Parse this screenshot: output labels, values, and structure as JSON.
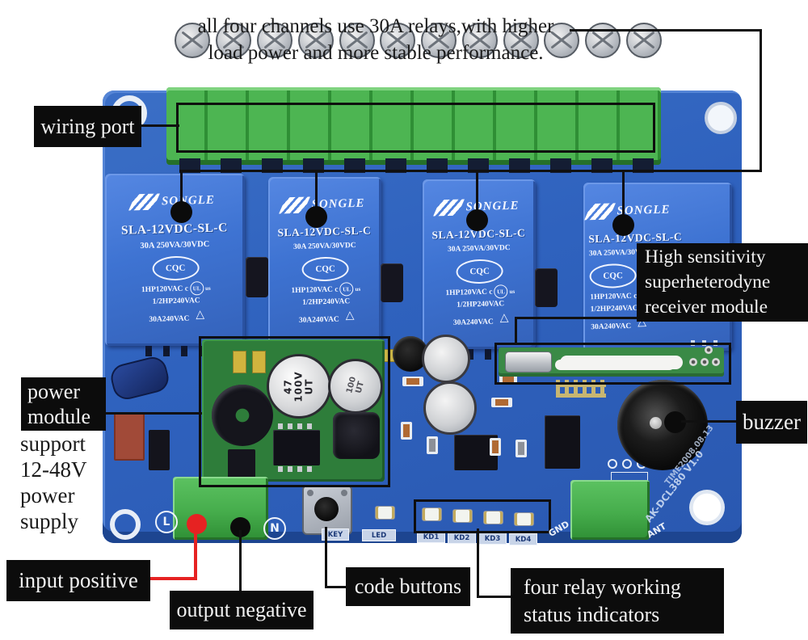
{
  "annotations": {
    "top_note": {
      "line1": "all four channels use 30A relays,with higher",
      "line2": "load power and more stable performance."
    },
    "wiring_port": "wiring port",
    "receiver": {
      "line1": "High sensitivity",
      "line2": "superheterodyne",
      "line3": "receiver module"
    },
    "power_module": {
      "line1": "power",
      "line2": "module"
    },
    "power_support": {
      "line1": "support",
      "line2": "12-48V",
      "line3": "power",
      "line4": "supply"
    },
    "buzzer": "buzzer",
    "input_positive": "input positive",
    "output_negative": "output negative",
    "code_buttons": "code buttons",
    "status_indicators": {
      "line1": "four relay working",
      "line2": "status indicators"
    }
  },
  "relay": {
    "brand": "SONGLE",
    "model": "SLA-12VDC-SL-C",
    "rating_main": "30A 250VA/30VDC",
    "cert": "CQC",
    "rating_hp1": "1HP120VAC c",
    "rating_ul": "UL",
    "rating_ul_suffix": "us",
    "rating_hp2": "1/2HP240VAC",
    "rating_amp": "30A240VAC",
    "warning_triangle": "△"
  },
  "board_silk": {
    "l": "L",
    "n": "N",
    "key": "KEY",
    "led": "LED",
    "leds": [
      "KD1",
      "KD2",
      "KD3",
      "KD4"
    ],
    "gnd": "GND",
    "ant": "ANT",
    "model_code": "AK-DCL380 V1.0",
    "date_code": "TIME2008.08.13"
  },
  "power_module_parts": {
    "cap1_value": "47",
    "cap1_volt": "100V",
    "cap1_brand": "UT",
    "cap2_value": "100",
    "cap2_brand": "UT"
  },
  "colors": {
    "board_blue": "#2f62be",
    "relay_blue": "#3e73d2",
    "terminal_green": "#4cb651",
    "module_green": "#2e7d3a",
    "label_black": "#0c0c0c",
    "callout_red": "#e62222"
  }
}
